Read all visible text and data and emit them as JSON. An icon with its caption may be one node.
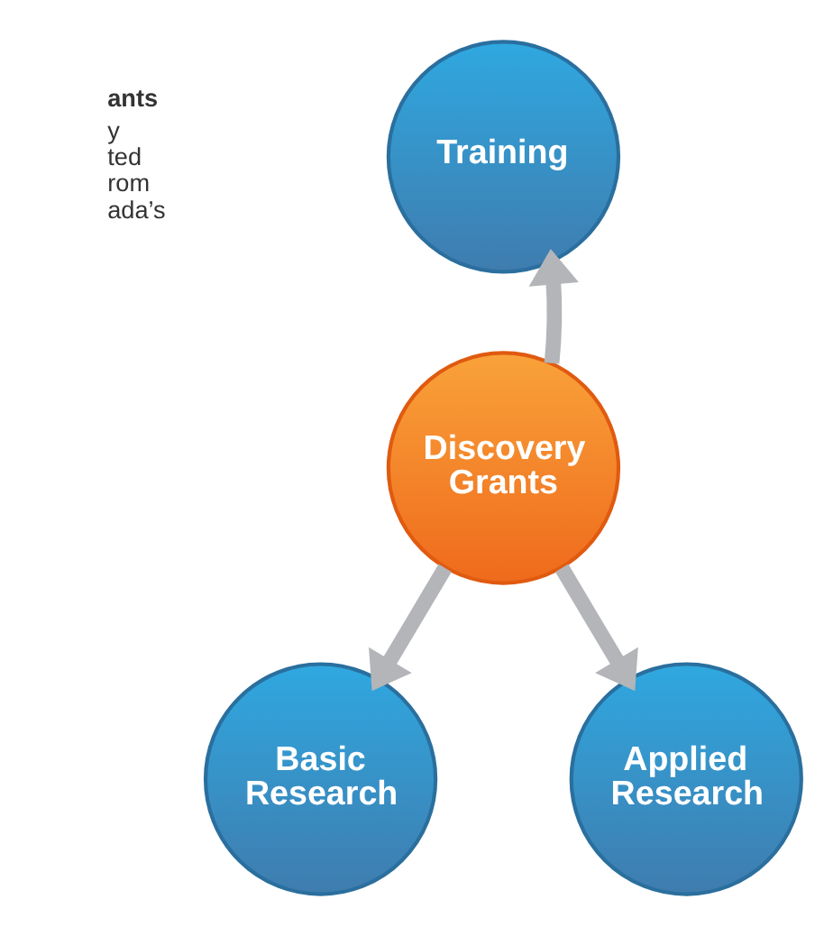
{
  "diagram": {
    "nodes": [
      {
        "text": [
          "Training"
        ]
      },
      {
        "text": [
          "Discovery Grants"
        ]
      },
      {
        "text": [
          "Basic Research"
        ]
      },
      {
        "text": [
          "Applied Research"
        ]
      }
    ],
    "edges": [
      {
        "from": 1,
        "to": 0,
        "arrow": "to"
      },
      {
        "from": 1,
        "to": 2,
        "arrow": "to"
      },
      {
        "from": 1,
        "to": 3,
        "arrow": "to"
      }
    ],
    "labels": [
      "ants",
      "y ted rom ada’s"
    ]
  }
}
